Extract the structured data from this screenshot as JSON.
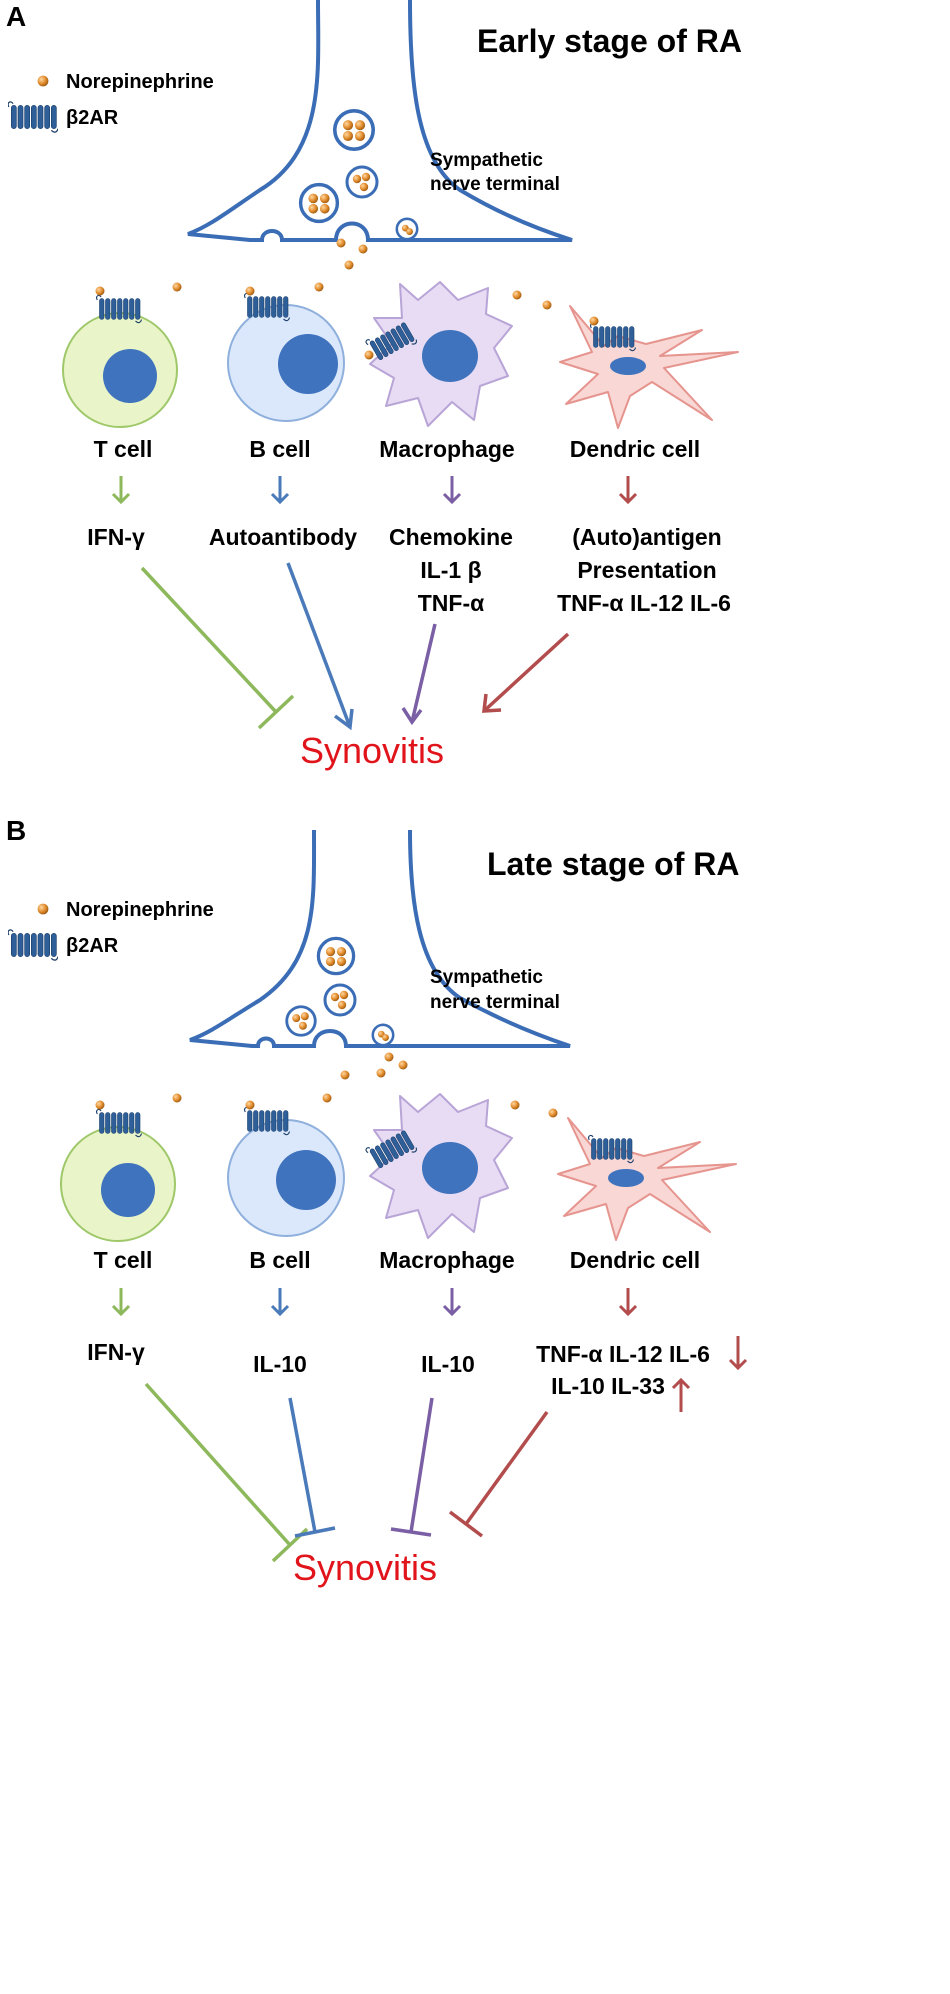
{
  "colors": {
    "nerve": "#3a6db5",
    "ne_dot": "#e08a2a",
    "receptor": "#2f5f99",
    "tcell_fill": "#e9f5c8",
    "tcell_stroke": "#9fc86a",
    "bcell_fill": "#dbe8fb",
    "bcell_stroke": "#8fb0dc",
    "macro_fill": "#e7dcf3",
    "macro_stroke": "#b8a4d6",
    "dc_fill": "#f8d7d5",
    "dc_stroke": "#e6948e",
    "nucleus": "#3f73bd",
    "green_arrow": "#8db85b",
    "blue_arrow": "#4a7ab9",
    "purple_arrow": "#7a5fa5",
    "red_arrow": "#b34c4c",
    "synovitis": "#e0141a"
  },
  "panelA": {
    "letter": "A",
    "title": "Early stage of RA",
    "legend_norepinephrine": "Norepinephrine",
    "legend_b2ar": "β2AR",
    "nerve_line1": "Sympathetic",
    "nerve_line2": "nerve terminal",
    "cells": {
      "t": "T cell",
      "b": "B cell",
      "macro": "Macrophage",
      "dc": "Dendric cell"
    },
    "products": {
      "t": "IFN-γ",
      "b": "Autoantibody",
      "macro_l1": "Chemokine",
      "macro_l2": "IL-1 β",
      "macro_l3": "TNF-α",
      "dc_l1": "(Auto)antigen",
      "dc_l2": "Presentation",
      "dc_l3": "TNF-α  IL-12  IL-6"
    },
    "outcome": "Synovitis"
  },
  "panelB": {
    "letter": "B",
    "title": "Late stage of RA",
    "legend_norepinephrine": "Norepinephrine",
    "legend_b2ar": "β2AR",
    "nerve_line1": "Sympathetic",
    "nerve_line2": "nerve terminal",
    "cells": {
      "t": "T cell",
      "b": "B cell",
      "macro": "Macrophage",
      "dc": "Dendric cell"
    },
    "products": {
      "t": "IFN-γ",
      "b": "IL-10",
      "macro": "IL-10",
      "dc_l1": "TNF-α  IL-12  IL-6",
      "dc_l2": "IL-10 IL-33"
    },
    "outcome": "Synovitis"
  }
}
